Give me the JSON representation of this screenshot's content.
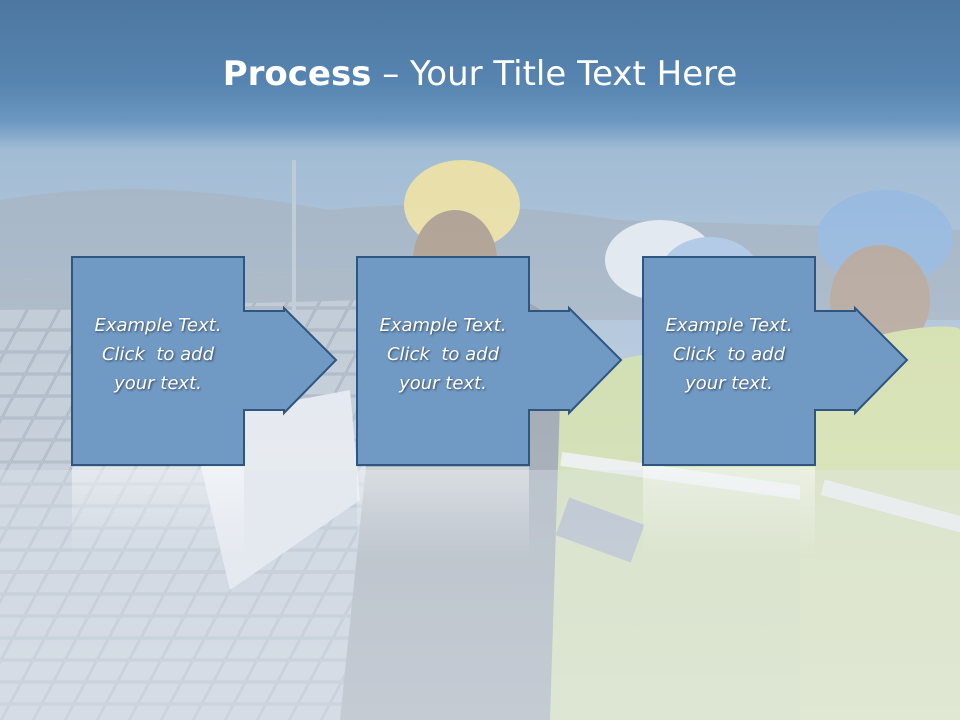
{
  "slide": {
    "title_bold": "Process",
    "title_rest": " – Your Title Text Here",
    "boxes": [
      {
        "line1": "Example Text.",
        "line2": "Click  to add",
        "line3": "your text."
      },
      {
        "line1": "Example Text.",
        "line2": "Click  to add",
        "line3": "your text."
      },
      {
        "line1": "Example Text.",
        "line2": "Click  to add",
        "line3": "your text."
      }
    ]
  },
  "colors": {
    "header": "#5684b0",
    "box_fill": "#7099c4",
    "box_border": "#2f5680",
    "text": "#ffffff"
  }
}
